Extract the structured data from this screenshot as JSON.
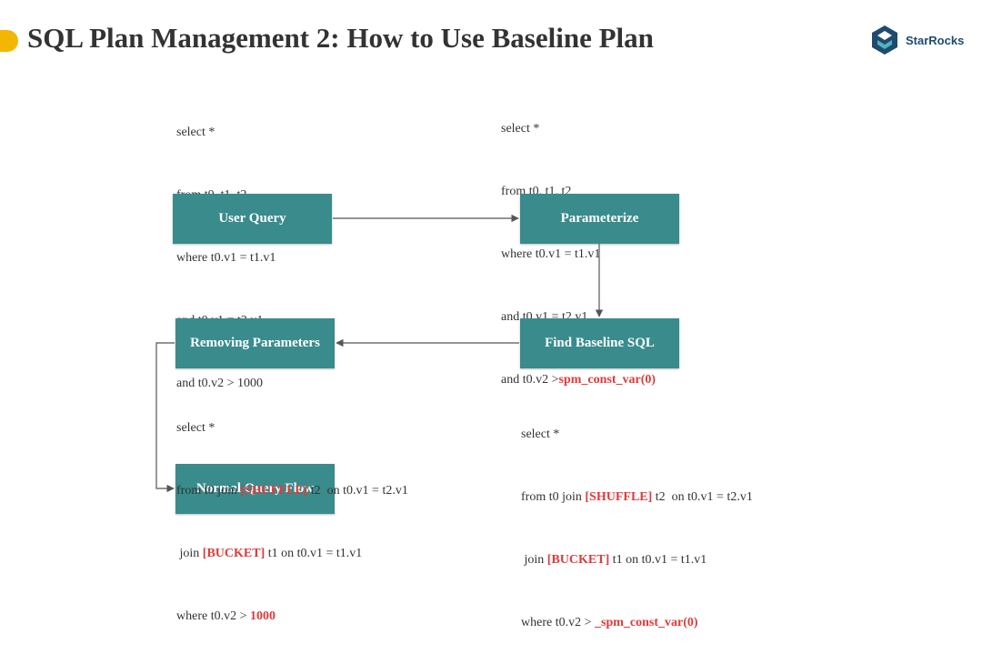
{
  "title": "SQL Plan Management 2: How to Use Baseline Plan",
  "logo": {
    "text": "StarRocks"
  },
  "colors": {
    "box": "#3a8b8c",
    "highlight": "#e03a3a",
    "accent": "#f2b705",
    "arrow": "#555555"
  },
  "nodes": {
    "user_query": "User Query",
    "parameterize": "Parameterize",
    "find_baseline": "Find Baseline SQL",
    "removing_params": "Removing Parameters",
    "normal_flow": "Normal Query Flow"
  },
  "sql_user": {
    "l1": "select *",
    "l2": "from t0, t1, t2",
    "l3": "where t0.v1 = t1.v1",
    "l4": "and t0.v1 = t2.v1",
    "l5": "and t0.v2 > 1000"
  },
  "sql_param": {
    "l1": "select *",
    "l2": "from t0, t1, t2",
    "l3": "where t0.v1 = t1.v1",
    "l4": "and t0.v1 = t2.v1",
    "l5_prefix": "and t0.v2 >",
    "l5_hl": "spm_const_var(0)"
  },
  "sql_removed": {
    "l1": "select *",
    "l2_a": "from t0 join ",
    "l2_hl": "[SHUFFLE]",
    "l2_b": " t2  on t0.v1 = t2.v1",
    "l3_a": " join ",
    "l3_hl": "[BUCKET]",
    "l3_b": " t1 on t0.v1 = t1.v1",
    "l4_a": "where t0.v2 > ",
    "l4_hl": "1000"
  },
  "sql_baseline": {
    "l1": "select *",
    "l2_a": "from t0 join ",
    "l2_hl": "[SHUFFLE]",
    "l2_b": " t2  on t0.v1 = t2.v1",
    "l3_a": " join ",
    "l3_hl": "[BUCKET]",
    "l3_b": " t1 on t0.v1 = t1.v1",
    "l4_a": "where t0.v2 > ",
    "l4_hl": "_spm_const_var(0)"
  }
}
